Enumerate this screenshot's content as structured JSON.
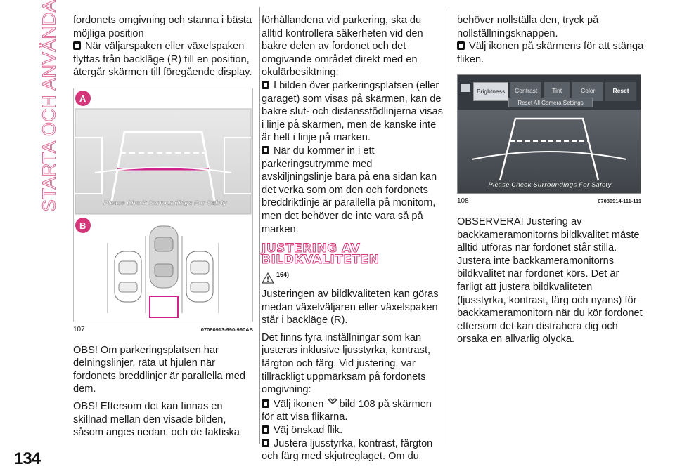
{
  "section_title": "STARTA OCH ANVÄNDA",
  "page_number": "134",
  "col1": {
    "p1": "fordonets omgivning och stanna i bästa möjliga position",
    "p2": "När väljarspaken eller växelspaken flyttas från backläge (R) till en position, återgår skärmen till föregående display.",
    "figure": {
      "label_a": "A",
      "label_b": "B",
      "overlay_text": "Please Check Surroundings For Safety",
      "number": "107",
      "code": "07080913-990-990AB"
    },
    "p3": "OBS! Om parkeringsplatsen har delningslinjer, räta ut hjulen när fordonets breddlinjer är parallella med dem.",
    "p4": "OBS! Eftersom det kan finnas en skillnad mellan den visade bilden, såsom anges nedan, och de faktiska"
  },
  "col2": {
    "p1": "förhållandena vid parkering, ska du alltid kontrollera säkerheten vid den bakre delen av fordonet och det omgivande området direkt med en okulärbesiktning:",
    "b1": "I bilden över parkeringsplatsen (eller garaget) som visas på skärmen, kan de bakre slut- och distansstödlinjerna visas i linje på skärmen, men de kanske inte är helt i linje på marken.",
    "b2": "När du kommer in i ett parkeringsutrymme med avskiljningslinje bara på ena sidan kan det verka som om den och fordonets breddriktlinje är parallella på monitorn, men det behöver de inte vara så på marken.",
    "heading_line1": "JUSTERING AV",
    "heading_line2": "BILDKVALITETEN",
    "warning_ref": "164)",
    "p2": "Justeringen av bildkvaliteten kan göras medan växelväljaren eller växelspaken står i backläge (R).",
    "p3": "Det finns fyra inställningar som kan justeras inklusive ljusstyrka, kontrast, färgton och färg. Vid justering, var tillräckligt uppmärksam på fordonets omgivning:",
    "b3_a": "Välj ikonen",
    "b3_b": "bild 108 på skärmen för att visa flikarna.",
    "b4": "Väj önskad flik.",
    "b5": "Justera ljusstyrka, kontrast, färgton och färg med skjutreglaget. Om du"
  },
  "col3": {
    "p1": "behöver nollställa den, tryck på nollställningsknappen.",
    "b1": "Välj ikonen på skärmens för att stänga fliken.",
    "figure": {
      "tabs": [
        "Brightness",
        "Contrast",
        "Tint",
        "Color",
        "Reset"
      ],
      "reset_all": "Reset All Camera Settings",
      "overlay_text": "Please Check Surroundings For Safety",
      "number": "108",
      "code": "07080914-111-111"
    },
    "p2": "OBSERVERA! Justering av backkameramonitorns bildkvalitet måste alltid utföras när fordonet står stilla. Justera inte backkameramonitorns bildkvalitet när fordonet körs. Det är farligt att justera bildkvaliteten (ljusstyrka, kontrast, färg och nyans) för backkameramonitorn när du kör fordonet eftersom det kan distrahera dig och orsaka en allvarlig olycka."
  },
  "colors": {
    "accent_pink": "#d4367a",
    "bullet": "#111111",
    "guide_magenta": "#d0208a"
  },
  "icons": [
    "warning-triangle-icon",
    "camera-settings-icon",
    "bullet-icon"
  ]
}
